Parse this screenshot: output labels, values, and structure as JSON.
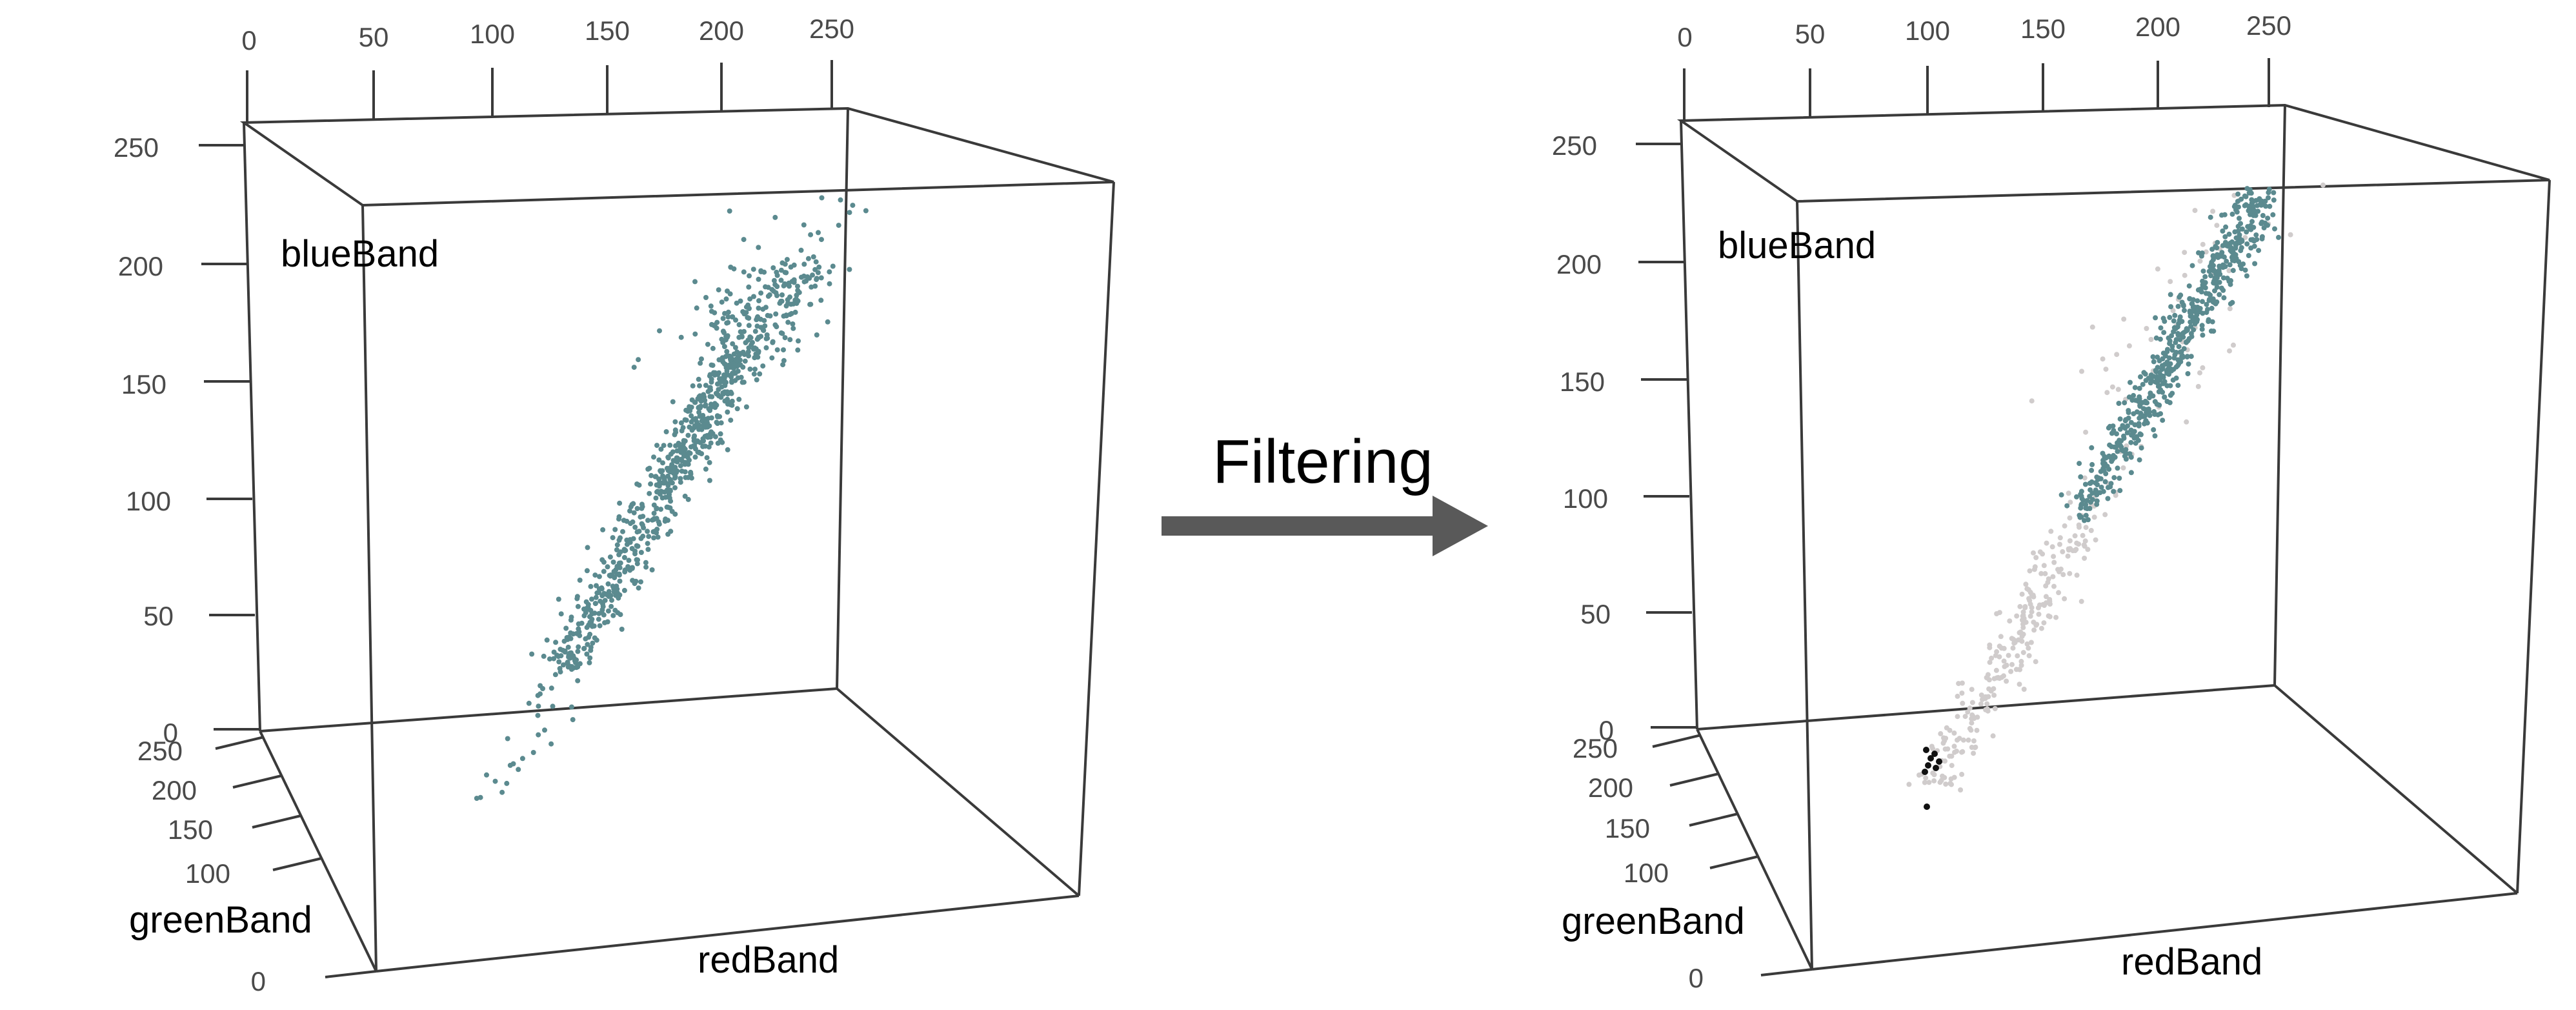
{
  "arrow": {
    "label": "Filtering"
  },
  "chart_data": [
    {
      "type": "scatter3d",
      "title": "",
      "xlabel": "redBand",
      "ylabel": "greenBand",
      "zlabel": "blueBand",
      "xlim": [
        0,
        250
      ],
      "ylim": [
        0,
        250
      ],
      "zlim": [
        0,
        250
      ],
      "x_ticks": [
        "0",
        "50",
        "100",
        "150",
        "200",
        "250"
      ],
      "y_ticks": [
        "0",
        "100",
        "150",
        "200",
        "250"
      ],
      "z_ticks": [
        "0",
        "50",
        "100",
        "150",
        "200",
        "250"
      ],
      "series": [
        {
          "color": "#5b8a8f",
          "count": 900,
          "trend": {
            "x": [
              40,
              230
            ],
            "y": [
              40,
              230
            ],
            "z": [
              -30,
              240
            ]
          },
          "density": "dense-upper"
        }
      ]
    },
    {
      "type": "scatter3d",
      "title": "",
      "xlabel": "redBand",
      "ylabel": "greenBand",
      "zlabel": "blueBand",
      "xlim": [
        0,
        250
      ],
      "ylim": [
        0,
        250
      ],
      "zlim": [
        0,
        250
      ],
      "x_ticks": [
        "0",
        "50",
        "100",
        "150",
        "200",
        "250"
      ],
      "y_ticks": [
        "0",
        "100",
        "150",
        "200",
        "250"
      ],
      "z_ticks": [
        "0",
        "50",
        "100",
        "150",
        "200",
        "250"
      ],
      "series": [
        {
          "color": "#5b8a8f",
          "count": 600,
          "zrange": [
            95,
            240
          ]
        },
        {
          "color": "#d0cccc",
          "count": 330,
          "zrange": [
            -20,
            95
          ]
        },
        {
          "color": "#111111",
          "count": 8,
          "cluster": [
            -45,
            -10
          ]
        }
      ]
    }
  ]
}
